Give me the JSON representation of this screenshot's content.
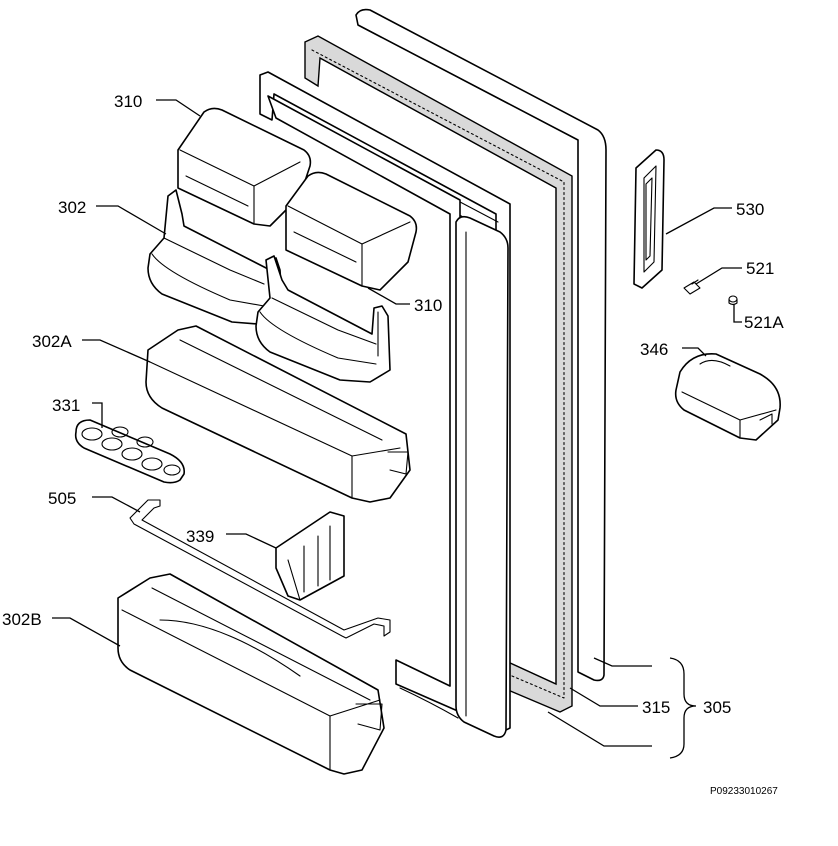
{
  "diagram": {
    "part_labels": {
      "p310_top": "310",
      "p302": "302",
      "p310_right": "310",
      "p302a": "302A",
      "p331": "331",
      "p505": "505",
      "p339": "339",
      "p302b": "302B",
      "p530": "530",
      "p521": "521",
      "p521a": "521A",
      "p346": "346",
      "p315": "315",
      "p305": "305"
    },
    "drawing_code": "P09233010267"
  },
  "colors": {
    "line": "#000000",
    "background": "#ffffff",
    "gasket_fill": "#d9d9d9"
  }
}
